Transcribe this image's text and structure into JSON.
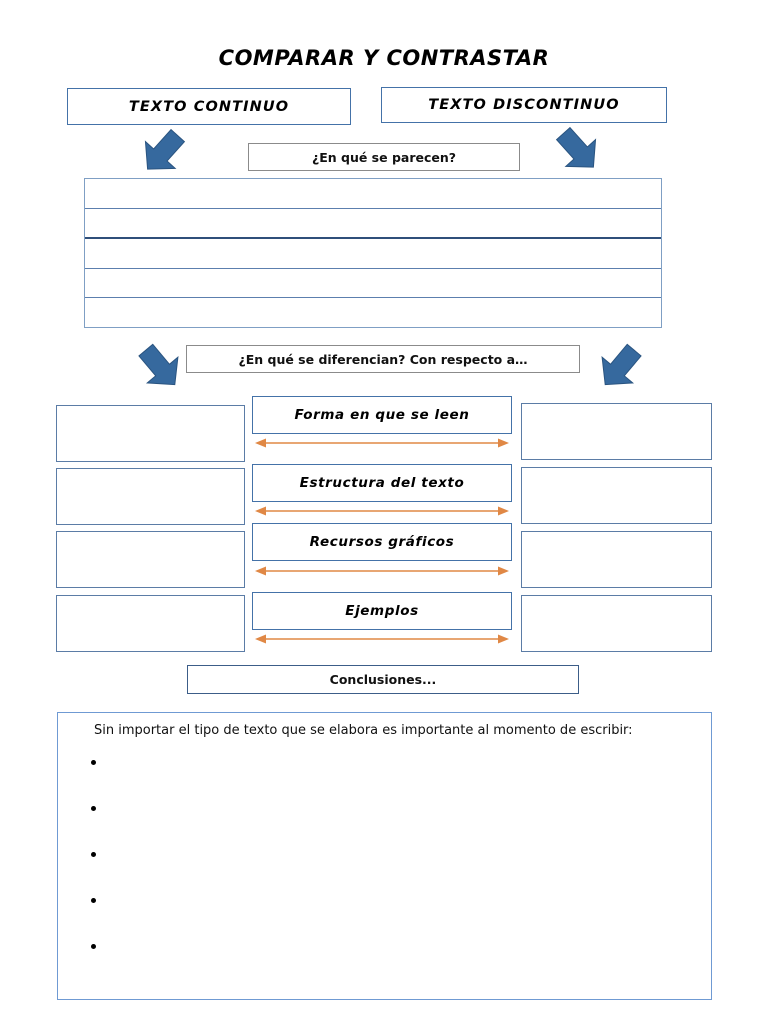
{
  "document": {
    "title": "COMPARAR Y CONTRASTAR"
  },
  "header": {
    "left_box_label": "TEXTO CONTINUO",
    "right_box_label": "TEXTO DISCONTINUO",
    "similarities_prompt": "¿En qué se parecen?",
    "left_arrow_icon": "arrow-down-right-icon",
    "right_arrow_icon": "arrow-down-left-icon"
  },
  "similarities_table": {
    "rows": [
      "",
      "",
      "",
      "",
      ""
    ],
    "row_count": 5,
    "emphasized_divider_after_row": 2
  },
  "differences": {
    "prompt": "¿En qué se diferencian? Con respecto a…",
    "left_arrow_icon": "arrow-down-left-icon",
    "right_arrow_icon": "arrow-down-right-icon",
    "criteria": [
      {
        "label": "Forma en que se leen",
        "left_answer": "",
        "right_answer": "",
        "connector_icon": "double-headed-arrow-icon"
      },
      {
        "label": "Estructura del texto",
        "left_answer": "",
        "right_answer": "",
        "connector_icon": "double-headed-arrow-icon"
      },
      {
        "label": "Recursos gráficos",
        "left_answer": "",
        "right_answer": "",
        "connector_icon": "double-headed-arrow-icon"
      },
      {
        "label": "Ejemplos",
        "left_answer": "",
        "right_answer": "",
        "connector_icon": "double-headed-arrow-icon"
      }
    ]
  },
  "conclusions": {
    "heading_label": "Conclusiones...",
    "intro": "Sin importar el tipo de texto que se elabora es importante al momento de escribir:",
    "bullet_count": 5,
    "lines_per_bullet": 2,
    "blank_line": "__________________________________________________________________________",
    "bullet_icon": "bullet-dot-icon"
  },
  "colors": {
    "box_blue": "#4472a8",
    "box_navy": "#3c5d88",
    "box_gray": "#8b8b8b",
    "arrow_blue": "#36699e",
    "arrow_orange": "#e08845",
    "panel_blue": "#6f9ad3",
    "text_black": "#000000"
  }
}
